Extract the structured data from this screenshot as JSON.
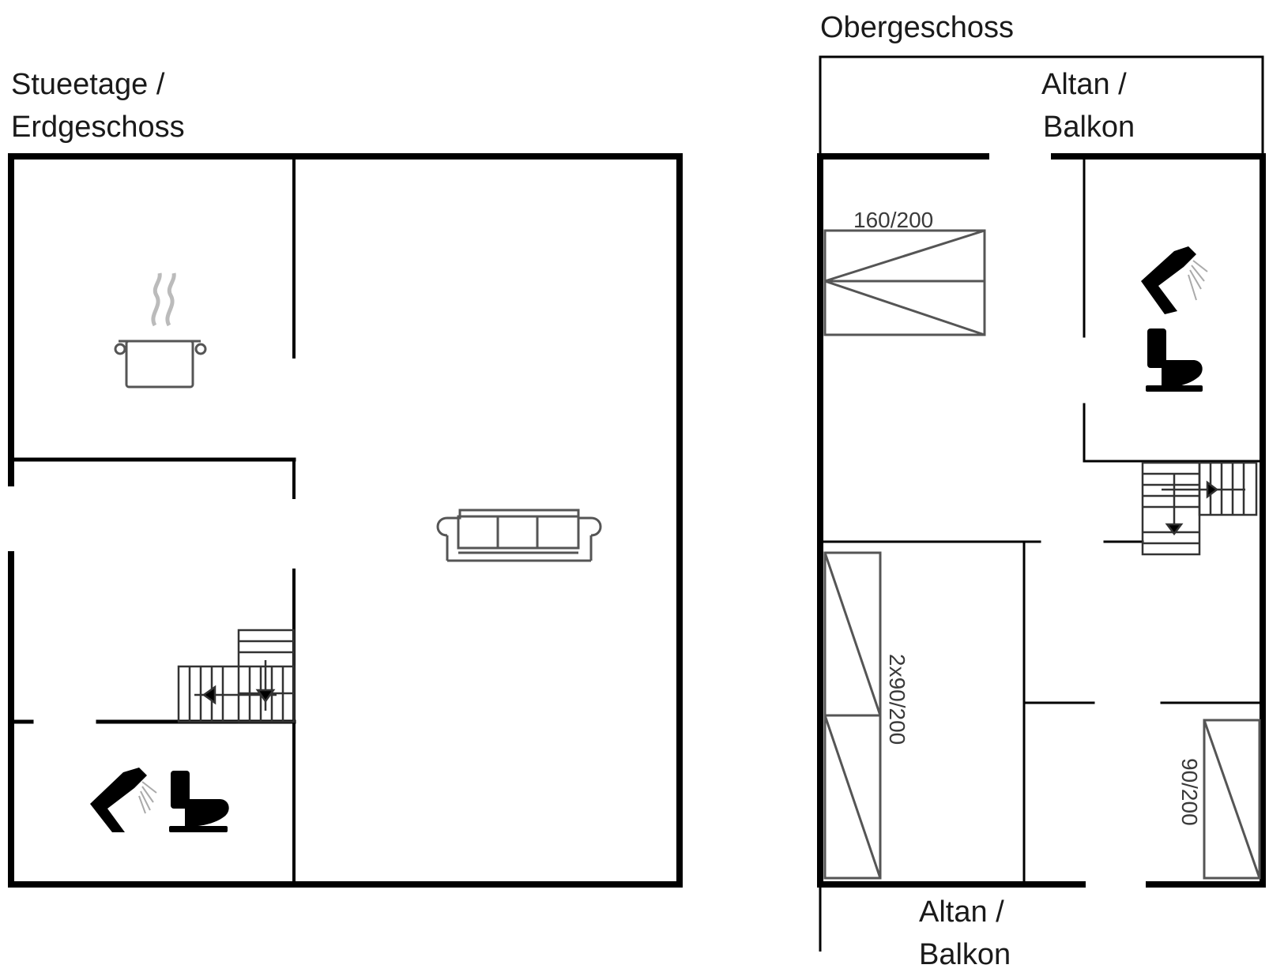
{
  "ground_floor": {
    "title_line1": "Stueetage /",
    "title_line2": "Erdgeschoss"
  },
  "upper_floor": {
    "title": "Obergeschoss",
    "balcony_top_line1": "Altan /",
    "balcony_top_line2": "Balkon",
    "balcony_bottom_line1": "Altan /",
    "balcony_bottom_line2": "Balkon",
    "bed_double": "160/200",
    "bed_twin": "2x90/200",
    "bed_single": "90/200"
  },
  "icons": [
    "cooking-pot-icon",
    "sofa-icon",
    "shower-icon",
    "toilet-icon",
    "staircase-icon",
    "bed-icon"
  ],
  "colors": {
    "wall": "#000000",
    "furniture": "#555555",
    "steam": "#bbbbbb"
  }
}
